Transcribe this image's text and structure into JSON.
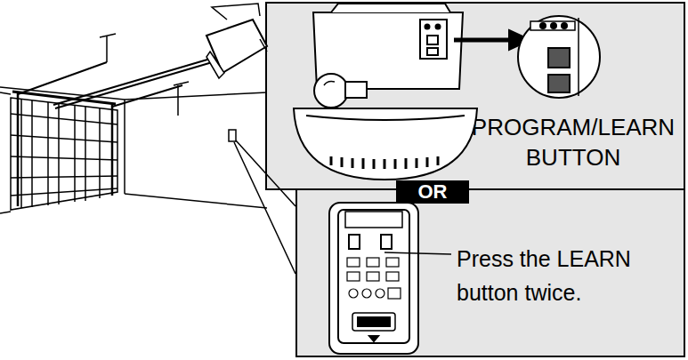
{
  "diagram": {
    "nodes": [
      {
        "text": [
          "PROGRAM/LEARN BUTTON"
        ]
      },
      {
        "text": [
          "OR"
        ]
      },
      {
        "text": [
          "Press the LEARN button twice."
        ]
      }
    ]
  }
}
